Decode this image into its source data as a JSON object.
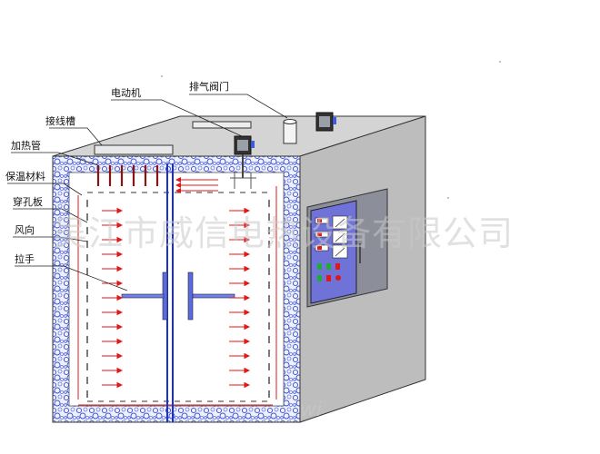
{
  "labels": {
    "exhaust_valve": "排气阀门",
    "motor": "电动机",
    "wiring_slot": "接线槽",
    "heating_tube": "加热管",
    "insulation": "保温材料",
    "perforated_plate": "穿孔板",
    "wind_direction": "风向",
    "handle": "拉手"
  },
  "watermark": "吴江市威信电热设备有限公司",
  "watermark_tail": "wi",
  "colors": {
    "outline": "#333333",
    "side_panel": "#bdbdbd",
    "top_panel": "#d4d4d4",
    "panel_blue": "#6f73d8",
    "arrow_red": "#e01818",
    "door_blue": "#1a2fd0"
  }
}
